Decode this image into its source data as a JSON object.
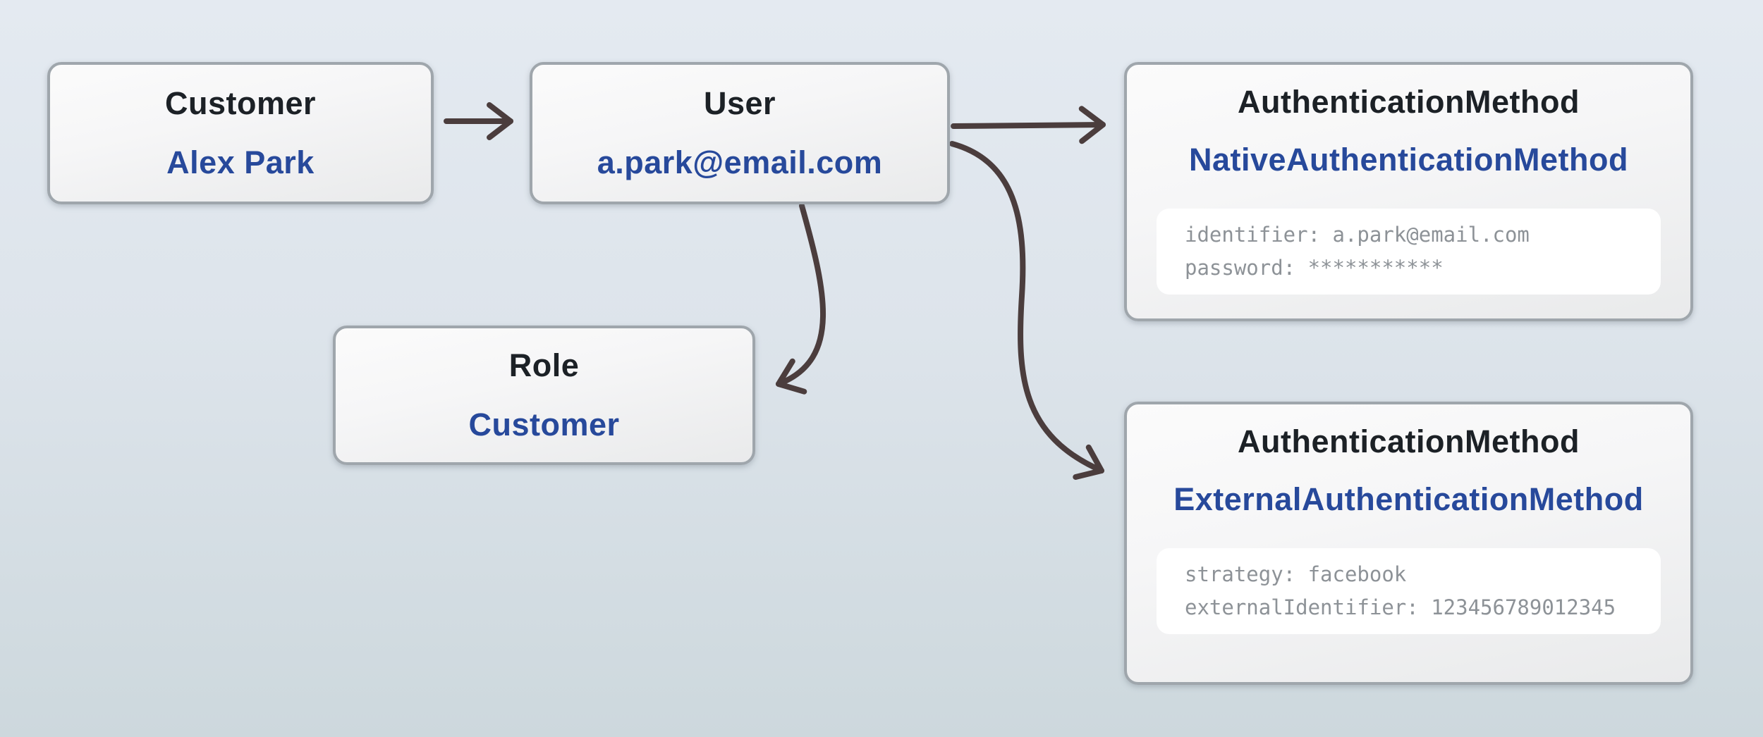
{
  "diagram": {
    "type": "entity-relationship",
    "background_top": "#e4eaf1",
    "background_bottom": "#cdd8dd"
  },
  "colors": {
    "accent_blue": "#27499b",
    "title_color": "#1c2126",
    "attr_gray": "#8d9297",
    "arrow": "#4b3d3d",
    "node_border": "#9fa6ac"
  },
  "nodes": {
    "customer": {
      "title": "Customer",
      "value": "Alex Park"
    },
    "user": {
      "title": "User",
      "value": "a.park@email.com"
    },
    "role": {
      "title": "Role",
      "value": "Customer"
    },
    "native": {
      "title": "AuthenticationMethod",
      "value": "NativeAuthenticationMethod",
      "attributes": [
        "identifier: a.park@email.com",
        "password: ***********"
      ]
    },
    "external": {
      "title": "AuthenticationMethod",
      "value": "ExternalAuthenticationMethod",
      "attributes": [
        "strategy: facebook",
        "externalIdentifier: 123456789012345"
      ]
    }
  },
  "edges": [
    {
      "from": "customer",
      "to": "user"
    },
    {
      "from": "user",
      "to": "native"
    },
    {
      "from": "user",
      "to": "role"
    },
    {
      "from": "user",
      "to": "external"
    }
  ]
}
